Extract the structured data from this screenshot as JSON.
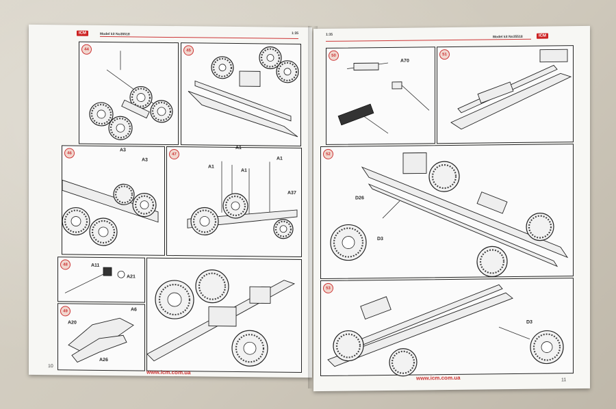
{
  "booklet": {
    "model_kit": "Model kit No35518",
    "scale": "1:35",
    "brand": "ICM",
    "website": "www.icm.com.ua",
    "left_page_number": "10",
    "right_page_number": "11"
  },
  "left_page": {
    "panels": [
      {
        "step": "44",
        "labels": []
      },
      {
        "step": "45",
        "labels": []
      },
      {
        "step": "46",
        "labels": [
          "A3",
          "A3"
        ]
      },
      {
        "step": "47",
        "labels": [
          "A1",
          "A1",
          "A1",
          "A1",
          "A37"
        ]
      },
      {
        "step": "48",
        "labels": [
          "A11",
          "A21"
        ]
      },
      {
        "step": "49",
        "labels": [
          "A6",
          "A20",
          "A26"
        ]
      }
    ]
  },
  "right_page": {
    "panels": [
      {
        "step": "50",
        "labels": [
          "A70"
        ]
      },
      {
        "step": "51",
        "labels": []
      },
      {
        "step": "52",
        "labels": [
          "D26",
          "D3"
        ]
      },
      {
        "step": "53",
        "labels": [
          "D3"
        ]
      }
    ]
  },
  "colors": {
    "accent": "#cc3333",
    "paper": "#f7f7f4",
    "ink": "#222222"
  }
}
